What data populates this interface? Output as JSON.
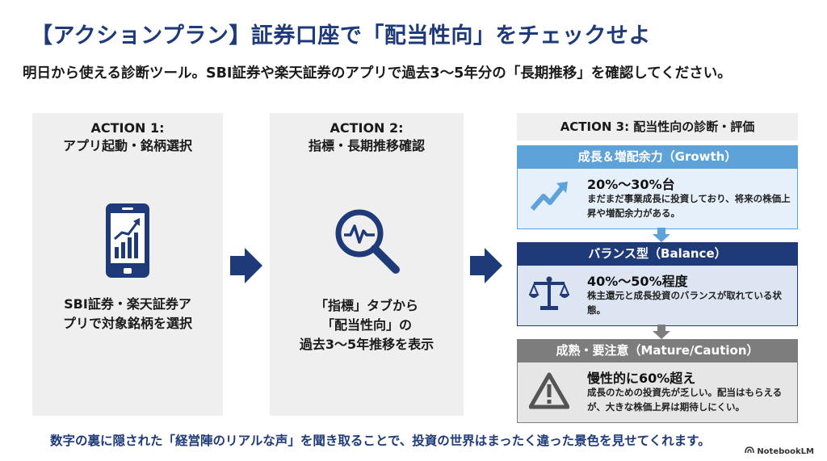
{
  "title": "【アクションプラン】証券口座で「配当性向」をチェックせよ",
  "subtitle": "明日から使える診断ツール。SBI証券や楽天証券のアプリで過去3〜5年分の「長期推移」を確認してください。",
  "action1": {
    "head_line1": "ACTION 1:",
    "head_line2": "アプリ起動・銘柄選択",
    "desc_line1": "SBI証券・楽天証券ア",
    "desc_line2": "プリで対象銘柄を選択",
    "icon": "smartphone-chart-icon"
  },
  "action2": {
    "head_line1": "ACTION 2:",
    "head_line2": "指標・長期推移確認",
    "desc_line1": "「指標」タブから",
    "desc_line2": "「配当性向」の",
    "desc_line3": "過去3〜5年推移を表示",
    "icon": "magnifier-pulse-icon"
  },
  "action3": {
    "head": "ACTION 3: 配当性向の診断・評価",
    "levels": [
      {
        "name": "成長＆増配余力（Growth）",
        "range": "20%〜30%台",
        "desc": "まだまだ事業成長に投資しており、将来の株価上昇や増配余力がある。",
        "icon": "trend-up-icon",
        "color": "#5ea2da"
      },
      {
        "name": "バランス型（Balance）",
        "range": "40%〜50%程度",
        "desc": "株主還元と成長投資のバランスが取れている状態。",
        "icon": "scales-icon",
        "color": "#1f3a78"
      },
      {
        "name": "成熟・要注意（Mature/Caution）",
        "range": "慢性的に60%超え",
        "desc": "成長のための投資先が乏しい。配当はもらえるが、大きな株価上昇は期待しにくい。",
        "icon": "warning-icon",
        "color": "#7d7d7d"
      }
    ]
  },
  "footer": "数字の裏に隠された「経営陣のリアルな声」を聞き取ることで、投資の世界はまったく違った景色を見せてくれます。",
  "brand": "NotebookLM",
  "colors": {
    "accent": "#1f3a78",
    "growth": "#5ea2da",
    "caution": "#7d7d7d"
  }
}
